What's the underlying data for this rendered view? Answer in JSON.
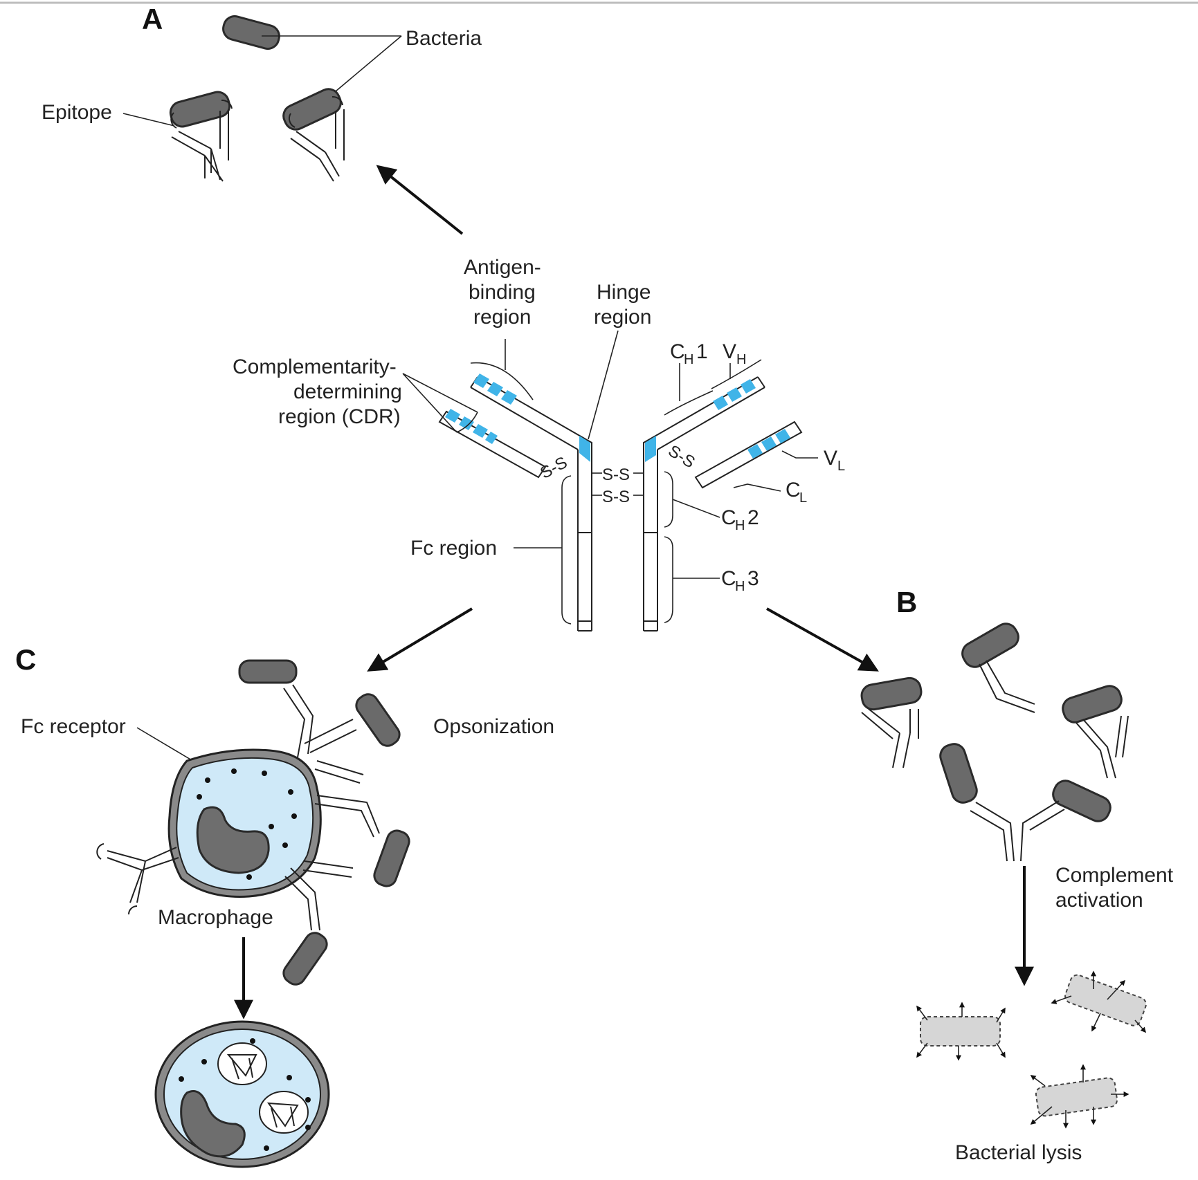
{
  "panels": {
    "a": "A",
    "b": "B",
    "c": "C"
  },
  "labels": {
    "bacteria": "Bacteria",
    "epitope": "Epitope",
    "antigen_binding_1": "Antigen-",
    "antigen_binding_2": "binding",
    "antigen_binding_3": "region",
    "hinge_1": "Hinge",
    "hinge_2": "region",
    "cdr_1": "Complementarity-",
    "cdr_2": "determining",
    "cdr_3": "region (CDR)",
    "ch1_main": "C",
    "ch1_sub": "H",
    "ch1_num": "1",
    "vh_main": "V",
    "vh_sub": "H",
    "vl_main": "V",
    "vl_sub": "L",
    "cl_main": "C",
    "cl_sub": "L",
    "ch2_main": "C",
    "ch2_sub": "H",
    "ch2_num": "2",
    "ch3_main": "C",
    "ch3_sub": "H",
    "ch3_num": "3",
    "fc_region": "Fc region",
    "ss": "S-S",
    "fc_receptor": "Fc receptor",
    "opsonization": "Opsonization",
    "macrophage": "Macrophage",
    "complement_1": "Complement",
    "complement_2": "activation",
    "bacterial_lysis": "Bacterial lysis"
  },
  "colors": {
    "cdr_highlight": "#40b4e8",
    "cytoplasm": "#cfe9f8",
    "bacterium": "#6a6a6a",
    "lysed_bacterium": "#d6d6d6"
  }
}
